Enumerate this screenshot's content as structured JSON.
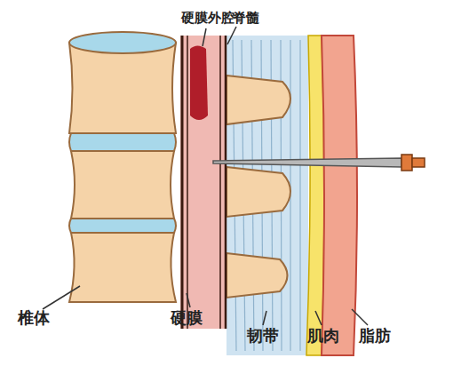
{
  "diagram": {
    "labels": [
      "硬膜外腔",
      "脊髓",
      "椎体",
      "硬膜",
      "韧带",
      "肌肉",
      "脂肪"
    ]
  }
}
